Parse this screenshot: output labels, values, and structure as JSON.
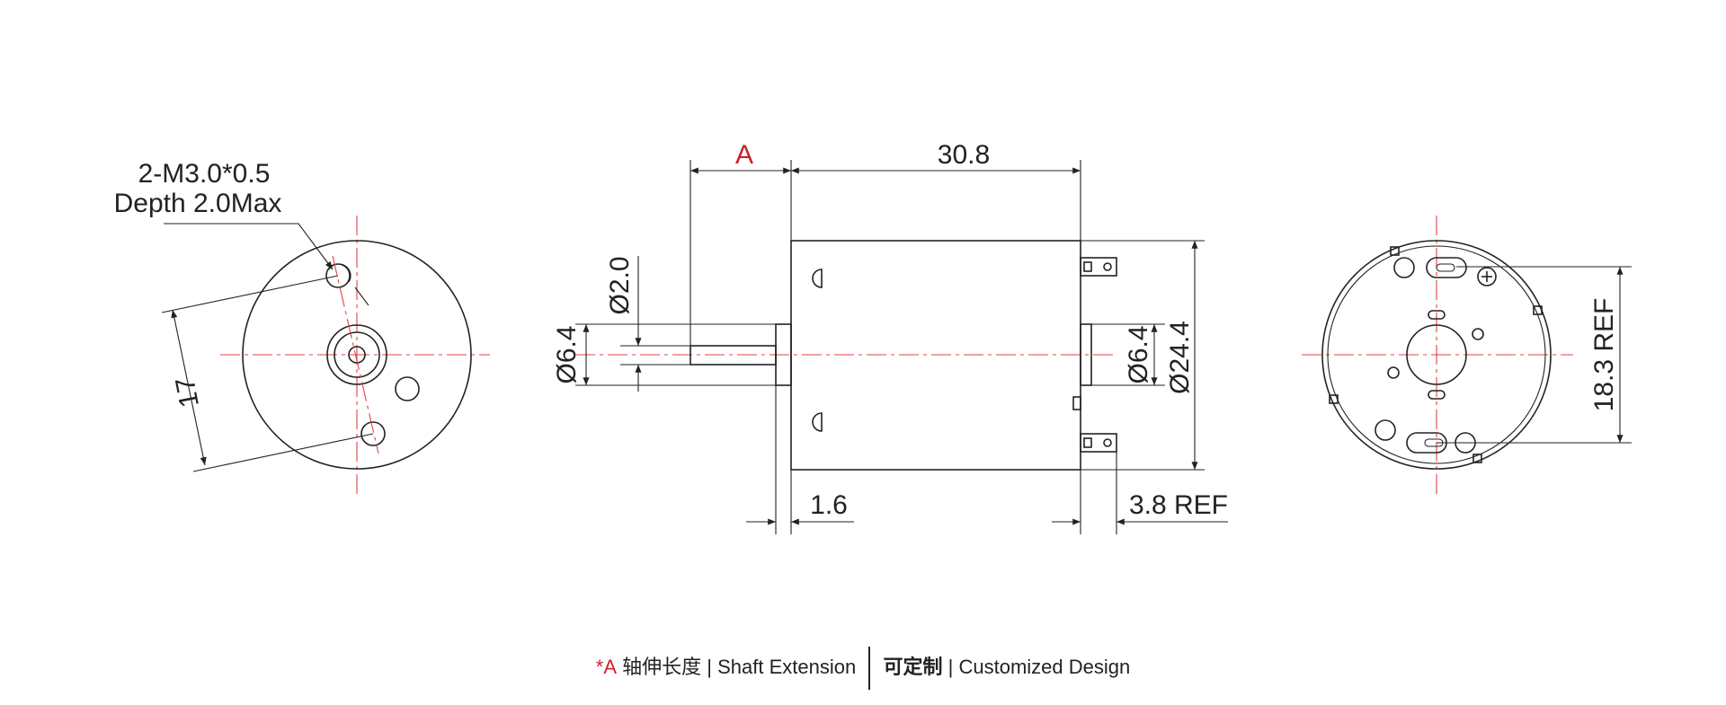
{
  "labels": {
    "hole_spec_line1": "2-M3.0*0.5",
    "hole_spec_line2": "Depth 2.0Max",
    "hole_spacing": "17",
    "shaft_extension": "A",
    "body_length": "30.8",
    "shaft_diameter": "Ø2.0",
    "boss_diameter_left": "Ø6.4",
    "boss_diameter_right": "Ø6.4",
    "body_diameter": "Ø24.4",
    "flange_thickness": "1.6",
    "terminal_ref": "3.8 REF",
    "terminal_spacing": "18.3 REF"
  },
  "footer": {
    "star": "*A",
    "shaft_cn": "轴伸长度",
    "shaft_sep": "|",
    "shaft_en": "Shaft Extension",
    "custom_cn": "可定制",
    "custom_sep": "|",
    "custom_en": "Customized Design"
  },
  "colors": {
    "line": "#222222",
    "centerline": "#e0424a",
    "highlight": "#c8202b"
  }
}
